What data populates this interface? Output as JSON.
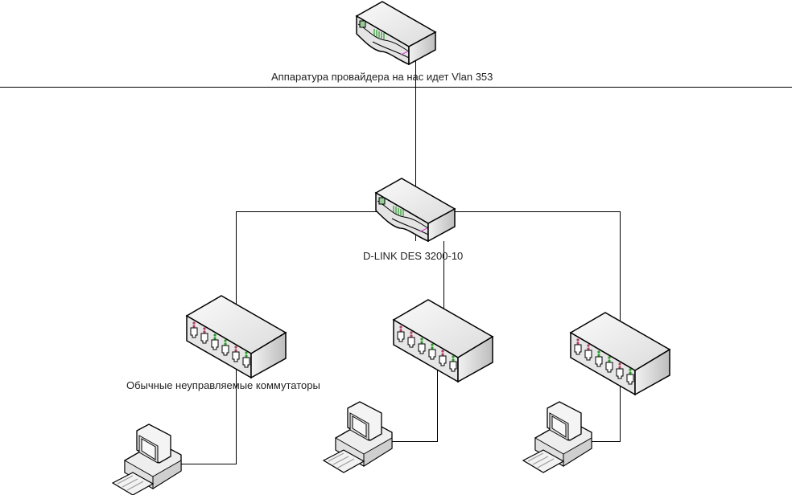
{
  "labels": {
    "provider": "Аппаратура провайдера на нас идет Vlan 353",
    "core_switch": "D-LINK DES 3200-10",
    "unmanaged": "Обычные неуправляемые коммутаторы"
  },
  "colors": {
    "line": "#000000",
    "led_green": "#2a9a2a",
    "led_red": "#b04060",
    "accent_pink": "#d040d0"
  }
}
